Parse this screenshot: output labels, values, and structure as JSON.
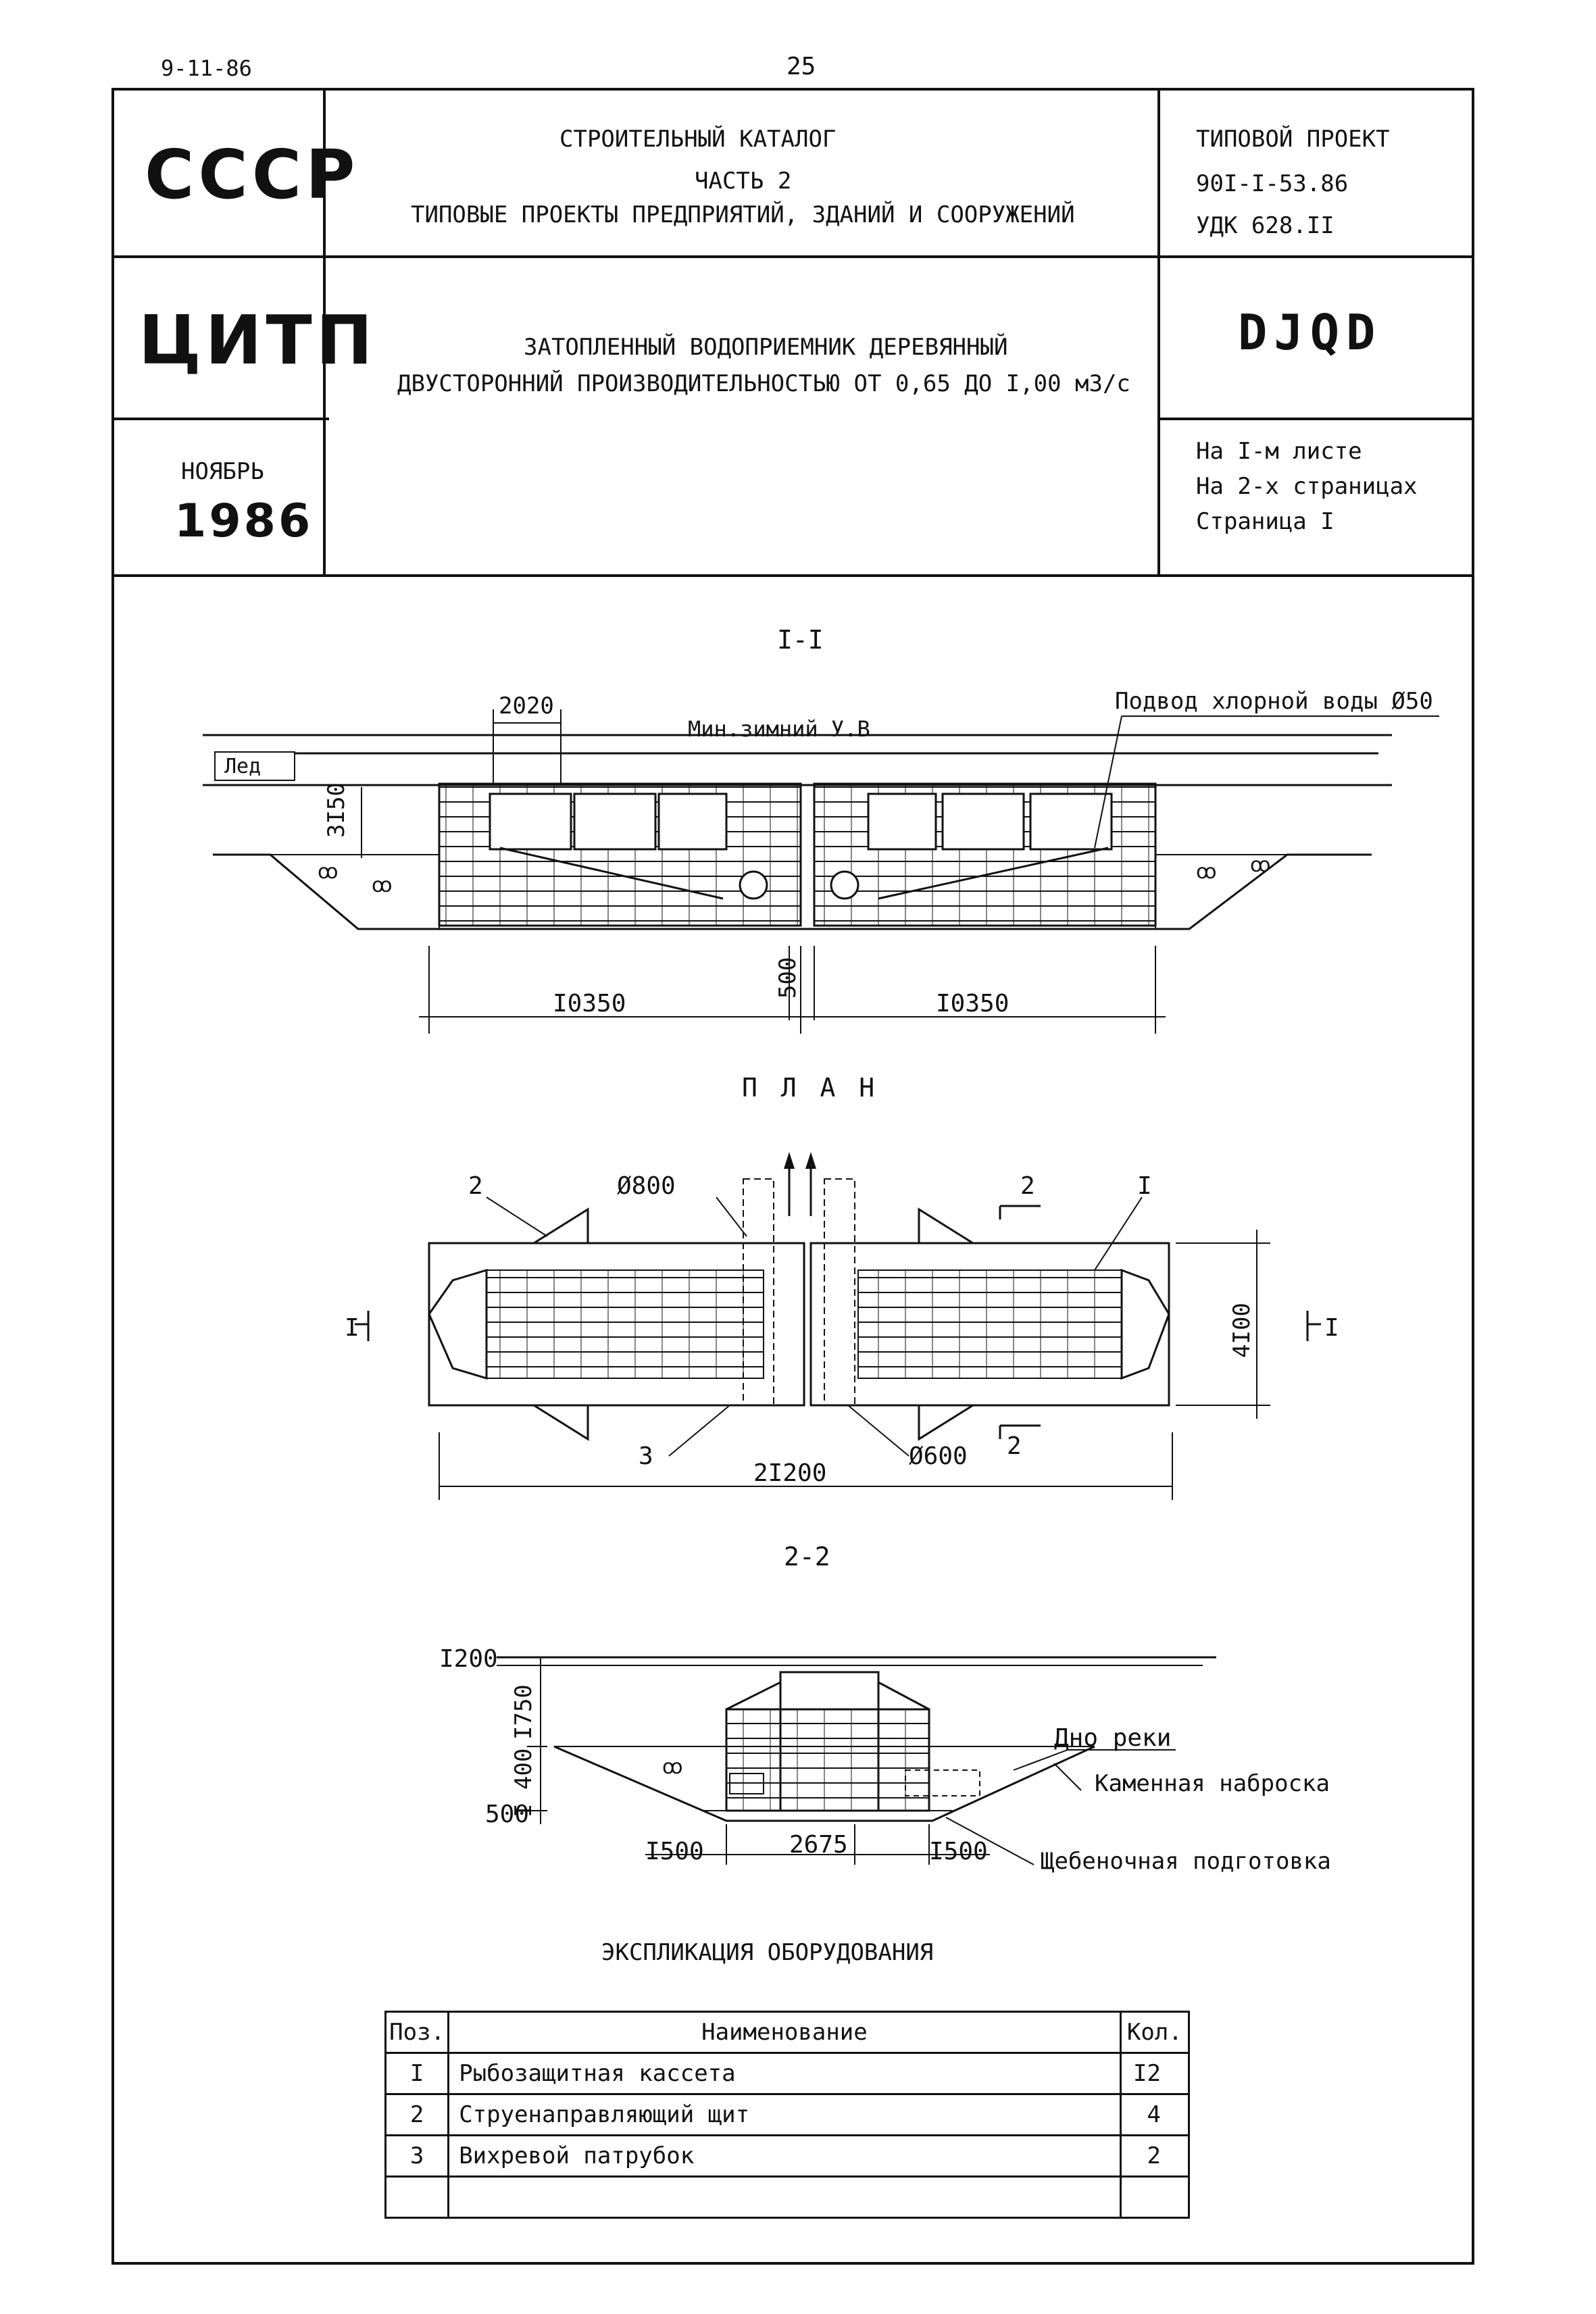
{
  "header": {
    "doc_code": "9-11-86",
    "page_number": "25"
  },
  "title_block": {
    "org1": "СССР",
    "org2": "ЦИТП",
    "month": "НОЯБРЬ",
    "year": "1986",
    "catalog_line1": "СТРОИТЕЛЬНЫЙ КАТАЛОГ",
    "catalog_line2": "ЧАСТЬ 2",
    "catalog_line3": "ТИПОВЫЕ ПРОЕКТЫ ПРЕДПРИЯТИЙ, ЗДАНИЙ И СООРУЖЕНИЙ",
    "project_label": "ТИПОВОЙ ПРОЕКТ",
    "project_number": "90I-I-53.86",
    "udk": "УДК 628.II",
    "subject_line1": "ЗАТОПЛЕННЫЙ ВОДОПРИЕМНИК ДЕРЕВЯННЫЙ",
    "subject_line2": "ДВУСТОРОННИЙ ПРОИЗВОДИТЕЛЬНОСТЬЮ ОТ 0,65 ДО I,00 м3/с",
    "code": "DJQD",
    "sheet_line1": "На I-м листе",
    "sheet_line2": "На 2-х страницах",
    "sheet_line3": "Страница I"
  },
  "drawing": {
    "section1": {
      "title": "I-I",
      "dim_top": "2020",
      "water_level": "Мин.зимний У.В",
      "chlorine": "Подвод хлорной воды Ø50",
      "ice": "Лед",
      "height": "3I50",
      "dim_left": "I0350",
      "dim_mid": "500",
      "dim_right": "I0350"
    },
    "plan": {
      "title": "П Л А Н",
      "label_2a": "2",
      "label_800": "Ø800",
      "label_2b": "2",
      "label_I_top": "I",
      "label_I_left": "I",
      "label_I_right": "I",
      "width": "4I00",
      "label_3": "3",
      "label_600": "Ø600",
      "label_2c": "2",
      "length": "2I200"
    },
    "section2": {
      "title": "2-2",
      "dim_1200": "I200",
      "dim_1750": "I750",
      "dim_1400": "I 400",
      "dim_500": "500",
      "dim_1500a": "I500",
      "dim_2675": "2675",
      "dim_1500b": "I500",
      "river_bottom": "Дно реки",
      "stone": "Каменная наброска",
      "gravel": "Щебеночная подготовка"
    }
  },
  "explication": {
    "title": "ЭКСПЛИКАЦИЯ ОБОРУДОВАНИЯ",
    "headers": [
      "Поз.",
      "Наименование",
      "Кол."
    ],
    "rows": [
      {
        "pos": "I",
        "name": "Рыбозащитная кассета",
        "qty": "I2"
      },
      {
        "pos": "2",
        "name": "Струенаправляющий щит",
        "qty": "4"
      },
      {
        "pos": "3",
        "name": "Вихревой патрубок",
        "qty": "2"
      }
    ]
  }
}
